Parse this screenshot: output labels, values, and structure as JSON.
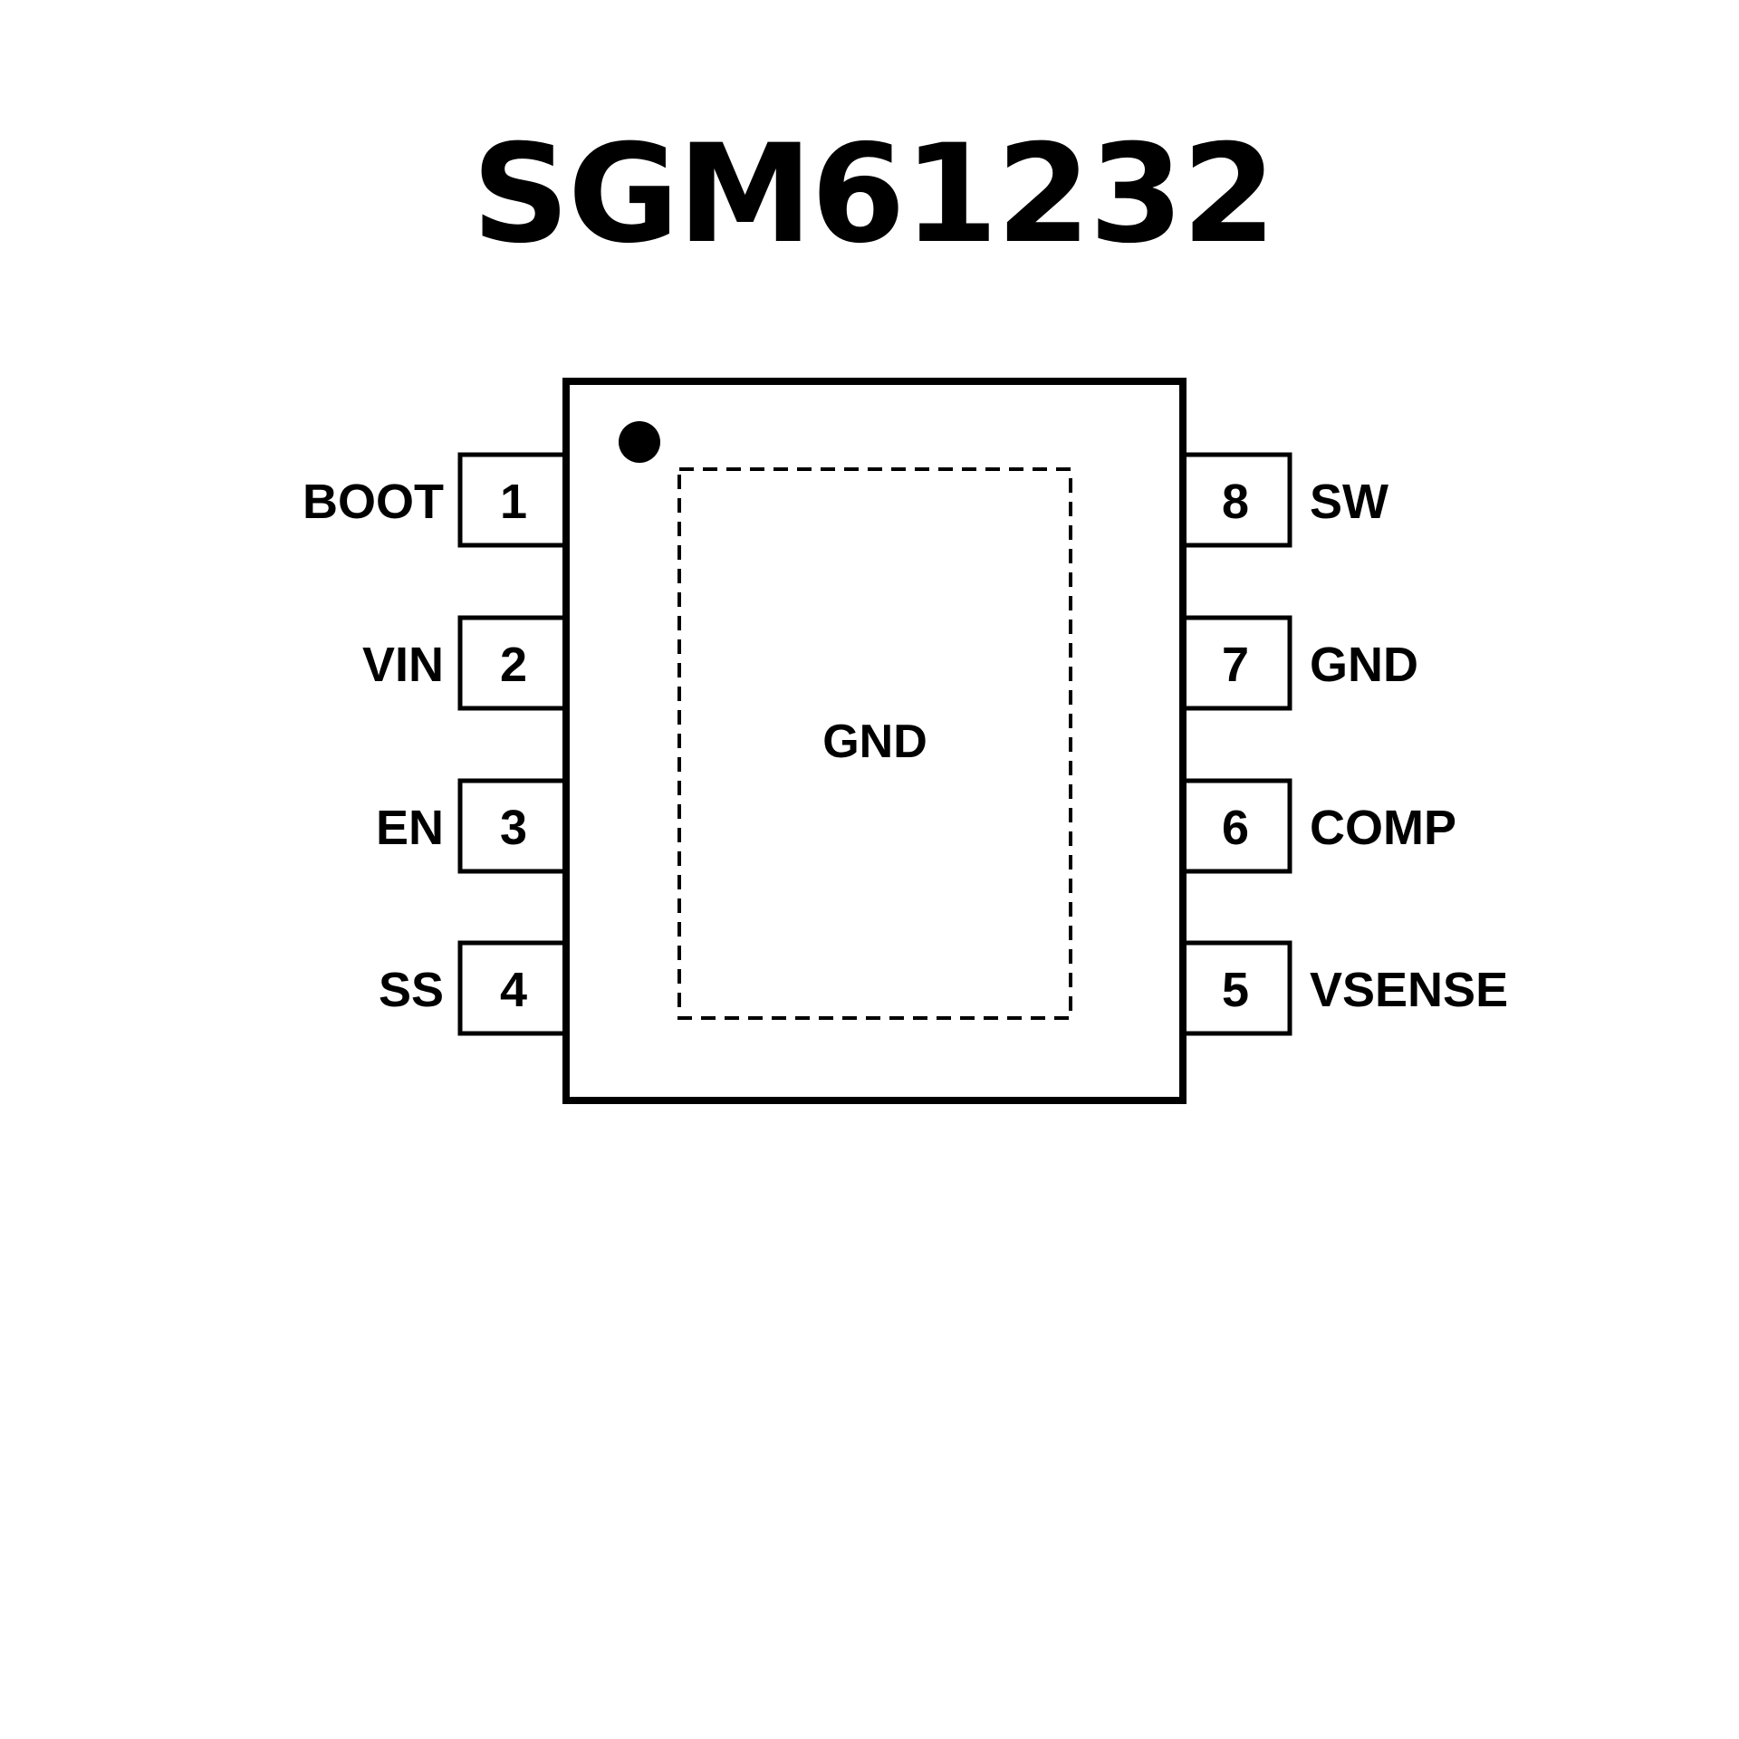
{
  "title": "SGM61232",
  "package": {
    "exposed_pad_label": "GND",
    "pin1_marker": "pin1-dot"
  },
  "pins": {
    "left": [
      {
        "number": "1",
        "name": "BOOT"
      },
      {
        "number": "2",
        "name": "VIN"
      },
      {
        "number": "3",
        "name": "EN"
      },
      {
        "number": "4",
        "name": "SS"
      }
    ],
    "right": [
      {
        "number": "8",
        "name": "SW"
      },
      {
        "number": "7",
        "name": "GND"
      },
      {
        "number": "6",
        "name": "COMP"
      },
      {
        "number": "5",
        "name": "VSENSE"
      }
    ]
  }
}
